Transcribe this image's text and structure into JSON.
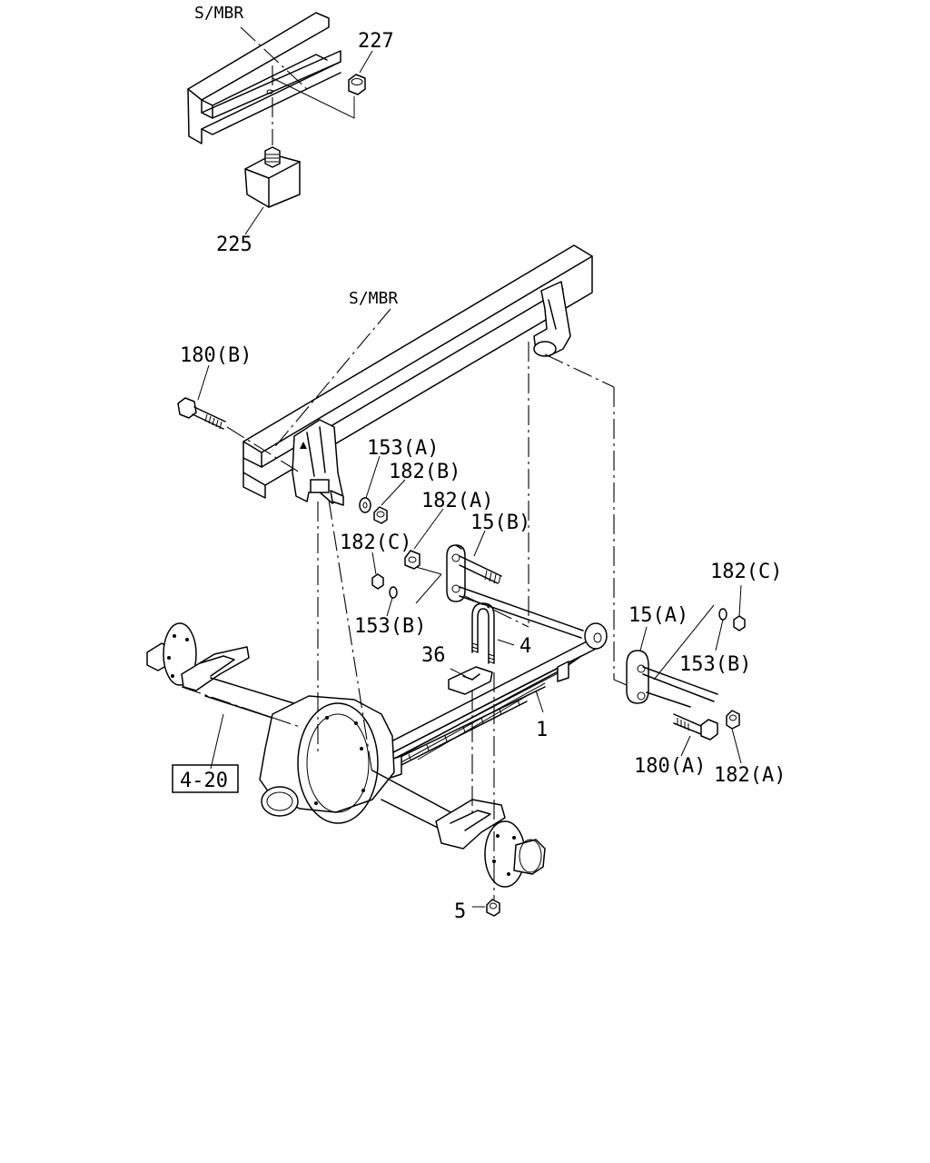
{
  "labels": {
    "smbr_top": "S/MBR",
    "smbr_main": "S/MBR",
    "p227": "227",
    "p225": "225",
    "p180b": "180(B)",
    "p153a": "153(A)",
    "p182b": "182(B)",
    "p182a_upper": "182(A)",
    "p15b": "15(B)",
    "p182c_left": "182(C)",
    "p153b_left": "153(B)",
    "p182c_right": "182(C)",
    "p15a": "15(A)",
    "p153b_right": "153(B)",
    "p4": "4",
    "p36": "36",
    "p1": "1",
    "p180a": "180(A)",
    "p182a_lower": "182(A)",
    "p4_20": "4-20",
    "p5": "5"
  }
}
